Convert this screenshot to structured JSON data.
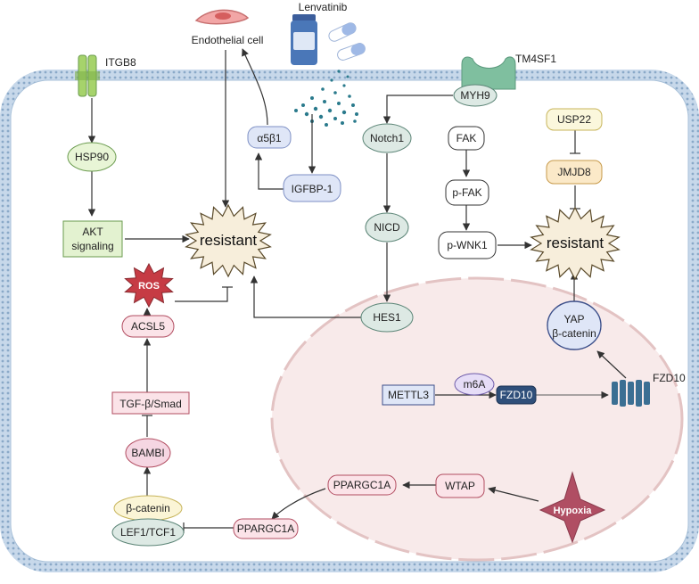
{
  "labels": {
    "lenvatinib": "Lenvatinib",
    "endothelial_cell": "Endothelial cell",
    "itgb8": "ITGB8",
    "tm4sf1": "TM4SF1",
    "fzd10_receptor": "FZD10",
    "hsp90": "HSP90",
    "akt_line1": "AKT",
    "akt_line2": "signaling",
    "a5b1": "α5β1",
    "igfbp1": "IGFBP-1",
    "myh9": "MYH9",
    "notch1": "Notch1",
    "nicd": "NICD",
    "hes1": "HES1",
    "fak": "FAK",
    "pfak": "p-FAK",
    "pwnk1": "p-WNK1",
    "usp22": "USP22",
    "jmjd8": "JMJD8",
    "resistant_left": "resistant",
    "resistant_right": "resistant",
    "ros": "ROS",
    "acsl5": "ACSL5",
    "tgfb": "TGF-β/Smad",
    "bambi": "BAMBI",
    "bcatenin": "β-catenin",
    "lef1": "LEF1/TCF1",
    "ppargc1a_1": "PPARGC1A",
    "ppargc1a_2": "PPARGC1A",
    "wtap": "WTAP",
    "hypoxia": "Hypoxia",
    "yap_line1": "YAP",
    "yap_line2": "β-catenin",
    "mettl3": "METTL3",
    "m6a": "m6A",
    "fzd10_mrna": "FZD10"
  },
  "colors": {
    "membrane": "#a9c1d9",
    "membrane_dark": "#7f9dbf",
    "nucleus_fill": "#f8eaea",
    "nucleus_stroke": "#e3c3c3",
    "green_box": "#e3f2d0",
    "green_stroke": "#6a9b4e",
    "teal_node": "#dde9e4",
    "teal_stroke": "#5c8577",
    "blue_node": "#dfe6f7",
    "blue_stroke": "#7d8fc4",
    "pink_node": "#fbe3e8",
    "pink_stroke": "#b24d61",
    "ros_red": "#c63b44",
    "hypoxia": "#b04e63",
    "resistant_fill": "#f7eedb",
    "resistant_stroke": "#5a4a2a",
    "receptor_green": "#7fbf9f",
    "itgb8_green": "#a6d36b",
    "fzd10_blue": "#3b6f93",
    "drug_blue": "#4a77b8",
    "dots_teal": "#2a7a8c"
  }
}
